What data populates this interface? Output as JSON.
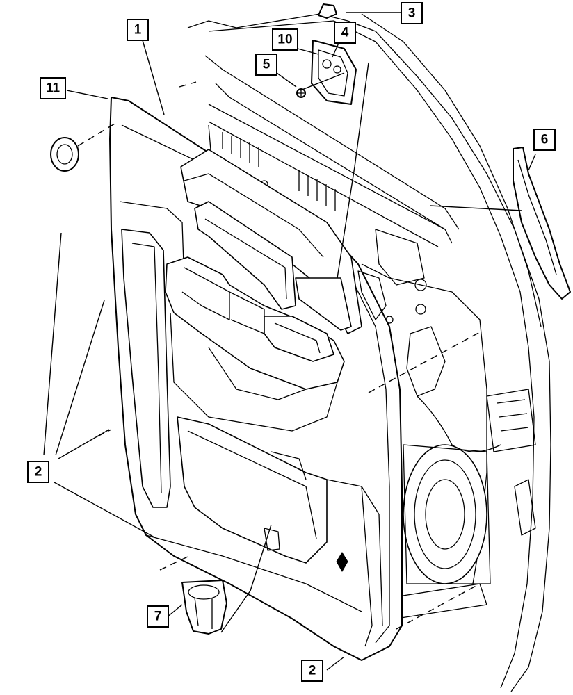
{
  "callouts": [
    {
      "id": "c1",
      "label": "1"
    },
    {
      "id": "c2a",
      "label": "2"
    },
    {
      "id": "c2b",
      "label": "2"
    },
    {
      "id": "c3",
      "label": "3"
    },
    {
      "id": "c4",
      "label": "4"
    },
    {
      "id": "c5",
      "label": "5"
    },
    {
      "id": "c6",
      "label": "6"
    },
    {
      "id": "c7",
      "label": "7"
    },
    {
      "id": "c10",
      "label": "10"
    },
    {
      "id": "c11",
      "label": "11"
    }
  ],
  "colors": {
    "line": "#000000",
    "background": "#ffffff"
  }
}
